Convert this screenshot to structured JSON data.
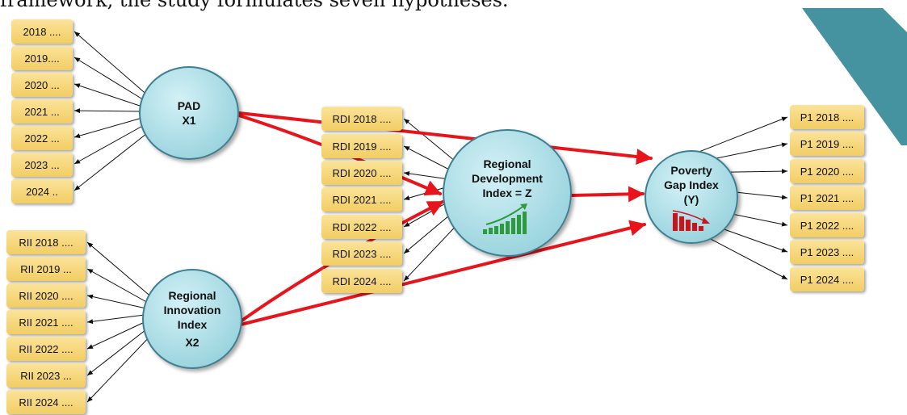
{
  "caption": "framework, the study formulates seven hypotheses.",
  "nodes": {
    "pad": {
      "line1": "PAD",
      "line2": "X1"
    },
    "rii": {
      "line1": "Regional",
      "line2": "Innovation",
      "line3": "Index",
      "line4": "X2"
    },
    "rdi": {
      "line1": "Regional",
      "line2": "Development",
      "line3": "Index = Z"
    },
    "pgi": {
      "line1": "Poverty",
      "line2": "Gap Index",
      "line3": "(Y)"
    }
  },
  "pad_items": [
    "2018 ....",
    "2019....",
    "2020 ...",
    "2021 ...",
    "2022 ...",
    "2023 ...",
    "2024 .."
  ],
  "rii_items": [
    "RII 2018 ....",
    "RII 2019 ...",
    "RII 2020 ....",
    "RII 2021 ....",
    "RII 2022 ....",
    "RII 2023 ...",
    "RII 2024 ...."
  ],
  "rdi_items": [
    "RDI 2018 ....",
    "RDI 2019 ....",
    "RDI 2020 ....",
    "RDI 2021 ....",
    "RDI 2022 ....",
    "RDI 2023 ....",
    "RDI 2024 ...."
  ],
  "p1_items": [
    "P1 2018 ....",
    "P1 2019 ....",
    "P1 2020 ....",
    "P1 2021 ....",
    "P1 2022 ....",
    "P1 2023 ....",
    "P1 2024 ...."
  ],
  "colors": {
    "red_arrow": "#e8141b",
    "circle_fill": "#a9dbe4",
    "box_fill": "#f5d36e",
    "teal_band": "#4592a0"
  }
}
